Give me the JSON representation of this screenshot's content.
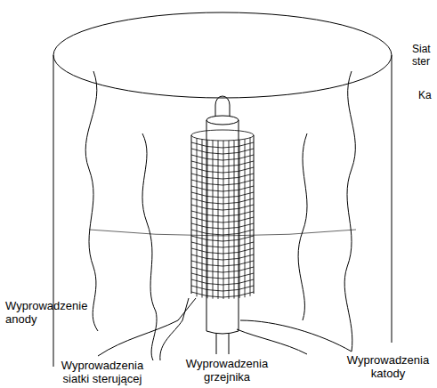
{
  "diagram": {
    "labels": [
      "Wyprowadzenie anody",
      "Wyprowadzenia siatki sterującej",
      "Wyprowadzenia grzejnika",
      "Wyprowadzenia katody",
      "Siat ster",
      "Ka"
    ]
  }
}
